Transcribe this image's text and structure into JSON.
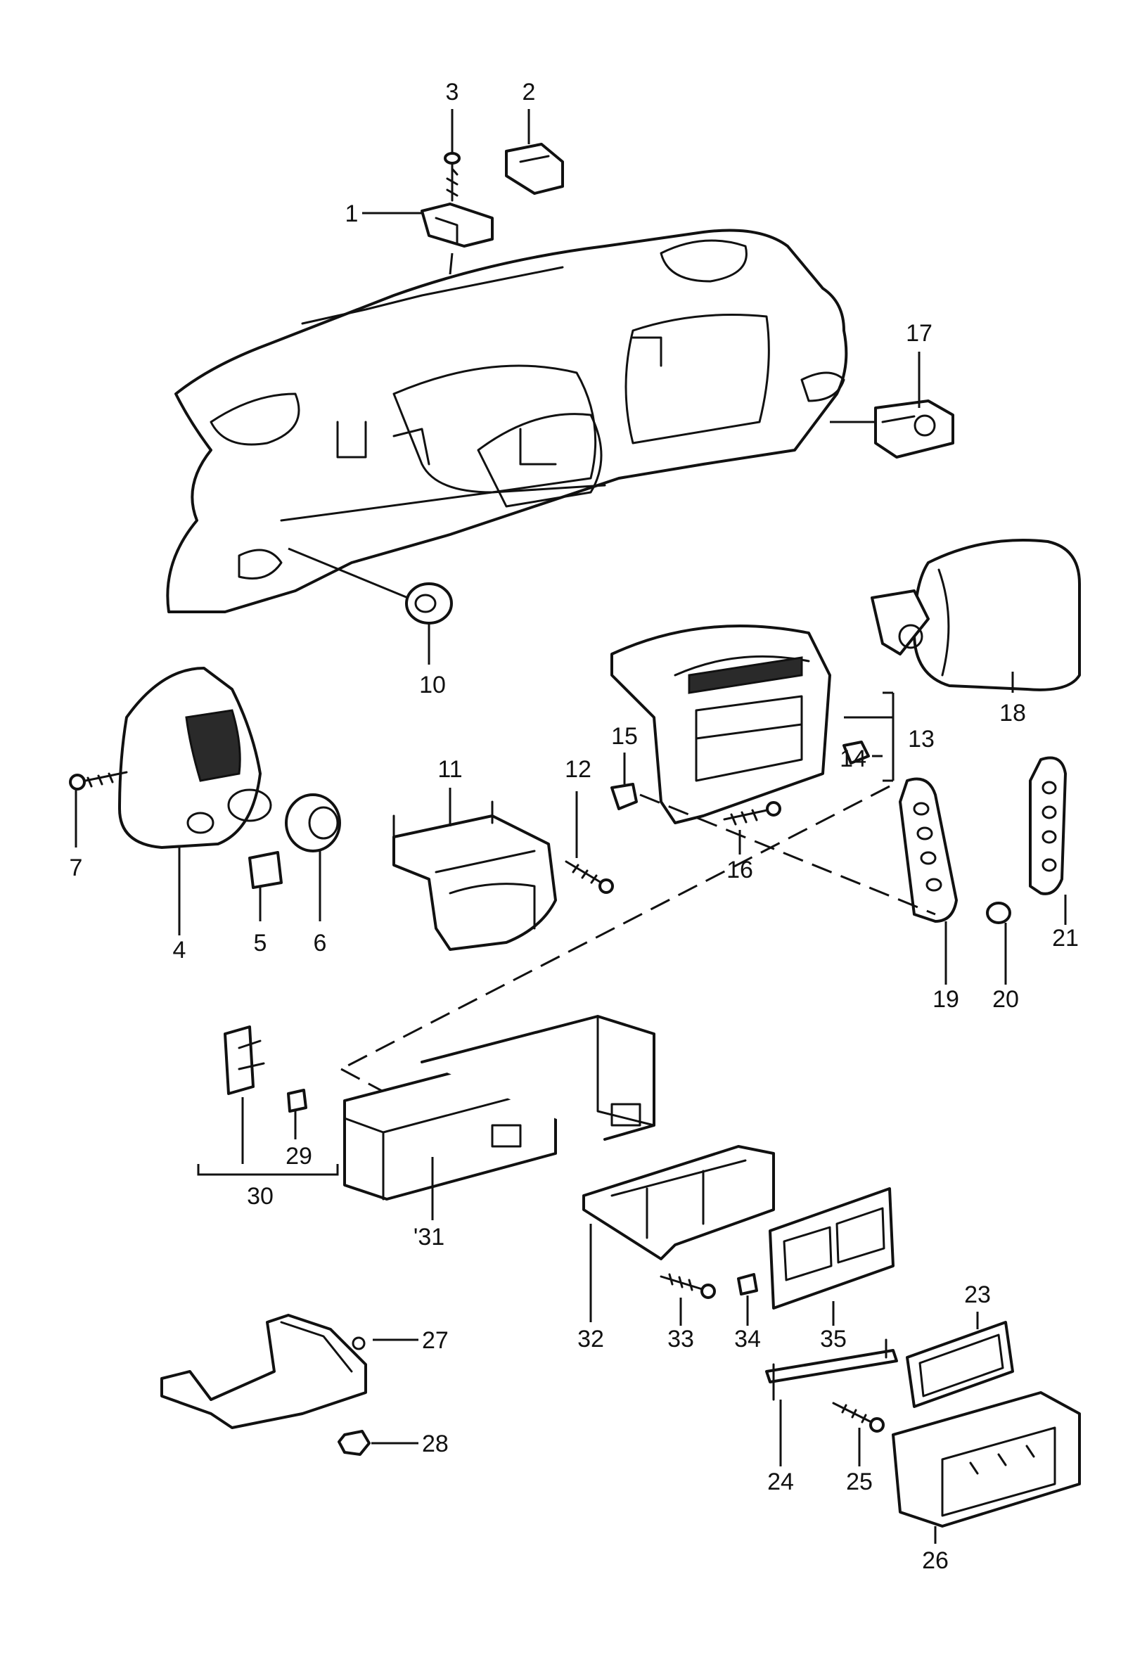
{
  "callouts": {
    "c1": "1",
    "c2": "2",
    "c3": "3",
    "c4": "4",
    "c5": "5",
    "c6": "6",
    "c7": "7",
    "c10": "10",
    "c11": "11",
    "c12": "12",
    "c13": "13",
    "c14": "14",
    "c15": "15",
    "c16": "16",
    "c17": "17",
    "c18": "18",
    "c19": "19",
    "c20": "20",
    "c21": "21",
    "c23": "23",
    "c24": "24",
    "c25": "25",
    "c26": "26",
    "c27": "27",
    "c28": "28",
    "c29": "29",
    "c30": "30",
    "c31": "'31",
    "c32": "32",
    "c33": "33",
    "c34": "34",
    "c35": "35"
  }
}
